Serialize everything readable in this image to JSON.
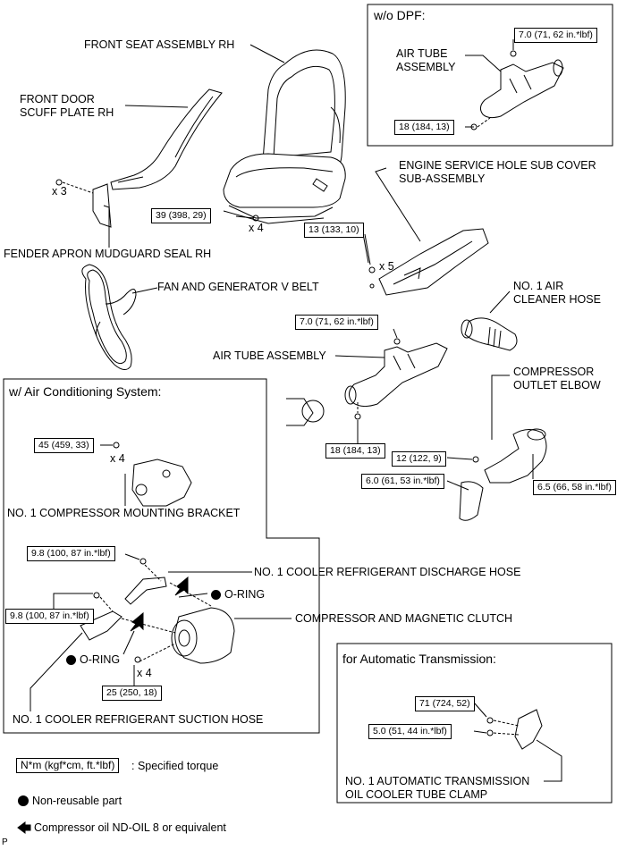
{
  "labels": {
    "front_seat": "FRONT SEAT ASSEMBLY RH",
    "scuff_plate": "FRONT DOOR\nSCUFF PLATE RH",
    "mudguard": "FENDER APRON MUDGUARD SEAL RH",
    "v_belt": "FAN AND GENERATOR V BELT",
    "service_cover": "ENGINE SERVICE HOLE SUB COVER\nSUB-ASSEMBLY",
    "air_cleaner_hose": "NO. 1 AIR\nCLEANER HOSE",
    "air_tube": "AIR TUBE ASSEMBLY",
    "elbow": "COMPRESSOR\nOUTLET ELBOW",
    "dpf_air_tube": "AIR TUBE\nASSEMBLY",
    "bracket": "NO. 1 COMPRESSOR MOUNTING BRACKET",
    "discharge_hose": "NO. 1 COOLER REFRIGERANT DISCHARGE HOSE",
    "o_ring": "O-RING",
    "compressor": "COMPRESSOR AND MAGNETIC CLUTCH",
    "suction_hose": "NO. 1 COOLER REFRIGERANT SUCTION HOSE",
    "clamp": "NO. 1 AUTOMATIC TRANSMISSION\nOIL COOLER TUBE CLAMP"
  },
  "boxes": {
    "dpf": "w/o DPF:",
    "ac": "w/ Air Conditioning System:",
    "at": "for Automatic Transmission:"
  },
  "torques": {
    "seat": "39 (398, 29)",
    "cover": "13 (133, 10)",
    "dpf_top": "7.0 (71, 62 in.*lbf)",
    "dpf_bottom": "18 (184, 13)",
    "tube_top": "7.0 (71, 62 in.*lbf)",
    "tube_bottom": "18 (184, 13)",
    "elbow_left": "12 (122, 9)",
    "elbow_hose": "6.0 (61, 53 in.*lbf)",
    "elbow_right": "6.5 (66, 58 in.*lbf)",
    "bracket": "45 (459, 33)",
    "discharge": "9.8 (100, 87 in.*lbf)",
    "suction": "9.8 (100, 87 in.*lbf)",
    "compressor": "25 (250, 18)",
    "at_top": "71 (724, 52)",
    "at_bottom": "5.0 (51, 44 in.*lbf)"
  },
  "counts": {
    "mudguard": "x 3",
    "seat": "x 4",
    "cover": "x 5",
    "bracket": "x 4",
    "compressor": "x 4"
  },
  "legend": {
    "torque_unit": "N*m (kgf*cm, ft.*lbf)",
    "torque_text": ": Specified torque",
    "non_reusable": "Non-reusable part",
    "oil": "Compressor oil ND-OIL 8 or equivalent"
  },
  "footer": "P"
}
